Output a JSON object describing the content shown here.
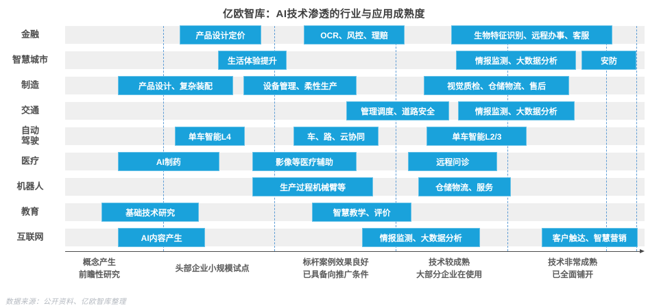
{
  "title": "亿欧智库：AI技术渗透的行业与应用成熟度",
  "source_note": "数据来源：公开资料、亿欧智库整理",
  "colors": {
    "box_fill": "#1aa2db",
    "box_text": "#ffffff",
    "row_band": "#efefef",
    "divider_line": "#5b9bd5",
    "axis_line": "#4a4a4a"
  },
  "chart_data": {
    "type": "table",
    "subtype": "industry-maturity-gantt",
    "title": "亿欧智库：AI技术渗透的行业与应用成熟度",
    "x_axis": {
      "range_pct": [
        0,
        100
      ],
      "dividers_pct": [
        16.9,
        36.1,
        57.0,
        76.3,
        93.4,
        98.6
      ],
      "stages": [
        {
          "center_pct": 5.9,
          "lines": [
            "概念产生",
            "前瞻性研究"
          ]
        },
        {
          "center_pct": 25.4,
          "lines": [
            "头部企业小规模试点"
          ]
        },
        {
          "center_pct": 46.7,
          "lines": [
            "标杆案例效果良好",
            "已具备向推广条件"
          ]
        },
        {
          "center_pct": 66.3,
          "lines": [
            "技术较成熟",
            "大部分企业在使用"
          ]
        },
        {
          "center_pct": 87.6,
          "lines": [
            "技术非常成熟",
            "已全面铺开"
          ]
        }
      ]
    },
    "rows": [
      {
        "industry": "金融",
        "label_lines": [
          "金融"
        ],
        "items": [
          {
            "label": "产品设计定价",
            "left_pct": 19.8,
            "width_pct": 14.0
          },
          {
            "label": "OCR、风控、理赔",
            "left_pct": 41.2,
            "width_pct": 17.4
          },
          {
            "label": "生物特征识别、远程办事、客服",
            "left_pct": 66.6,
            "width_pct": 27.8
          }
        ]
      },
      {
        "industry": "智慧城市",
        "label_lines": [
          "智慧城市"
        ],
        "items": [
          {
            "label": "生活体验提升",
            "left_pct": 26.4,
            "width_pct": 11.8
          },
          {
            "label": "情报监测、大数据分析",
            "left_pct": 67.5,
            "width_pct": 20.7
          },
          {
            "label": "安防",
            "left_pct": 89.1,
            "width_pct": 9.5
          }
        ]
      },
      {
        "industry": "制造",
        "label_lines": [
          "制造"
        ],
        "items": [
          {
            "label": "产品设计、复杂装配",
            "left_pct": 9.1,
            "width_pct": 19.9
          },
          {
            "label": "设备管理、柔性生产",
            "left_pct": 30.8,
            "width_pct": 19.5
          },
          {
            "label": "视觉质检、仓储物流、售后",
            "left_pct": 61.9,
            "width_pct": 25.1
          }
        ]
      },
      {
        "industry": "交通",
        "label_lines": [
          "交通"
        ],
        "items": [
          {
            "label": "管理调度、道路安全",
            "left_pct": 48.5,
            "width_pct": 17.8
          },
          {
            "label": "情报监测、大数据分析",
            "left_pct": 67.8,
            "width_pct": 20.1
          }
        ]
      },
      {
        "industry": "自动驾驶",
        "label_lines": [
          "自动",
          "驾驶"
        ],
        "items": [
          {
            "label": "单车智能L4",
            "left_pct": 18.9,
            "width_pct": 12.1
          },
          {
            "label": "车、路、云协同",
            "left_pct": 39.4,
            "width_pct": 14.7
          },
          {
            "label": "单车智能L2/3",
            "left_pct": 62.4,
            "width_pct": 17.3
          }
        ]
      },
      {
        "industry": "医疗",
        "label_lines": [
          "医疗"
        ],
        "items": [
          {
            "label": "AI制药",
            "left_pct": 9.1,
            "width_pct": 17.5
          },
          {
            "label": "影像等医疗辅助",
            "left_pct": 32.3,
            "width_pct": 18.0
          },
          {
            "label": "远程问诊",
            "left_pct": 59.2,
            "width_pct": 15.4
          }
        ]
      },
      {
        "industry": "机器人",
        "label_lines": [
          "机器人"
        ],
        "items": [
          {
            "label": "生产过程机械臂等",
            "left_pct": 32.3,
            "width_pct": 20.9
          },
          {
            "label": "仓储物流、服务",
            "left_pct": 60.9,
            "width_pct": 16.0
          }
        ]
      },
      {
        "industry": "教育",
        "label_lines": [
          "教育"
        ],
        "items": [
          {
            "label": "基础技术研究",
            "left_pct": 6.3,
            "width_pct": 16.8
          },
          {
            "label": "智慧教学、评价",
            "left_pct": 42.6,
            "width_pct": 17.2
          }
        ]
      },
      {
        "industry": "互联网",
        "label_lines": [
          "互联网"
        ],
        "items": [
          {
            "label": "AI内容产生",
            "left_pct": 9.1,
            "width_pct": 15.1
          },
          {
            "label": "情报监测、大数据分析",
            "left_pct": 51.2,
            "width_pct": 20.4
          },
          {
            "label": "客户触达、智慧营销",
            "left_pct": 82.2,
            "width_pct": 16.6
          }
        ]
      }
    ]
  }
}
